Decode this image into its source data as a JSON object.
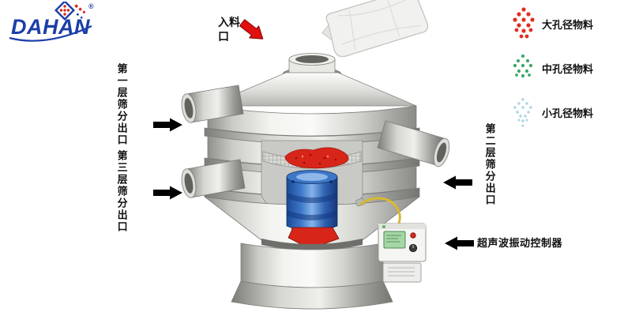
{
  "logo": {
    "brand": "DAHAN",
    "registered": "®",
    "color": "#1c3ea9"
  },
  "annotations": {
    "feed_inlet": {
      "label": "入料口"
    },
    "outlet_layer1": {
      "label": "第一层筛分出口"
    },
    "outlet_layer2": {
      "label": "第二层筛分出口"
    },
    "outlet_layer3": {
      "label": "第三层筛分出口"
    },
    "controller": {
      "label": "超声波振动控制器"
    }
  },
  "legend": {
    "items": [
      {
        "id": "large-aperture-material",
        "label": "大孔径物料",
        "color": "#e03020"
      },
      {
        "id": "medium-aperture-material",
        "label": "中孔径物料",
        "color": "#3aa868"
      },
      {
        "id": "small-aperture-material",
        "label": "小孔径物料",
        "color": "#a9d4e4"
      }
    ]
  },
  "colors": {
    "arrow_black": "#000000",
    "arrow_red": "#e21010",
    "machine_red_material": "#d8251a",
    "motor_blue": "#3d77c8",
    "cable_yellow": "#d9b930"
  }
}
